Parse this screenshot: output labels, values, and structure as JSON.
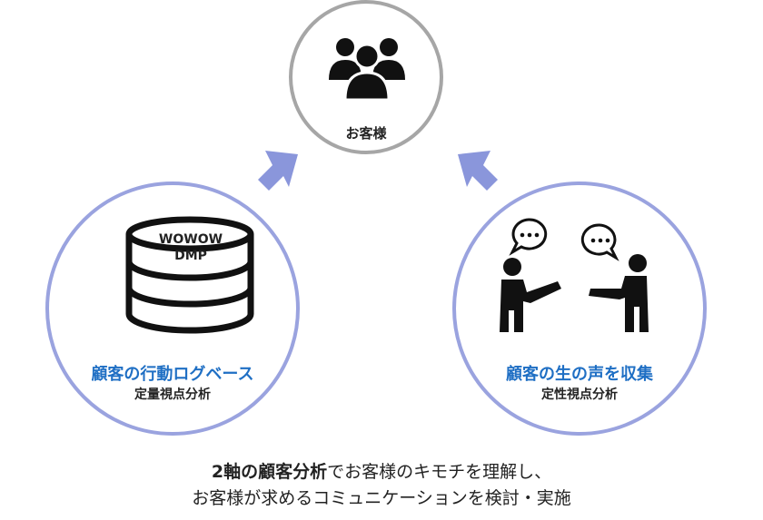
{
  "customer": {
    "label": "お客様",
    "icon": "customers-group-icon"
  },
  "left": {
    "db_line1": "WOWOW",
    "db_line2": "DMP",
    "title": "顧客の行動ログベース",
    "subtitle": "定量視点分析",
    "icon": "database-icon"
  },
  "right": {
    "title": "顧客の生の声を収集",
    "subtitle": "定性視点分析",
    "icon": "conversation-icon"
  },
  "caption": {
    "line1_bold": "2軸の顧客分析",
    "line1_rest": "でお客様のキモチを理解し、",
    "line2": "お客様が求めるコミュニケーションを検討・実施"
  },
  "colors": {
    "accent_blue": "#1f6fc4",
    "ring_lavender": "#9aa3df",
    "ring_gray": "#a6a6a6",
    "arrow": "#8a96db"
  }
}
